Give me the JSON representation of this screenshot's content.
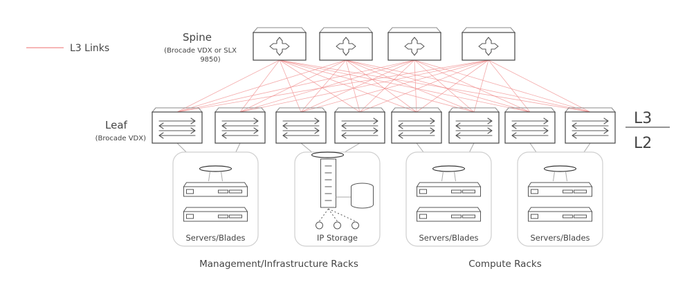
{
  "legend": {
    "label": "L3 Links",
    "color": "#f08a8a"
  },
  "spine": {
    "title": "Spine",
    "subtitle_line1": "(Brocade VDX or SLX",
    "subtitle_line2": "9850)",
    "count": 4
  },
  "leaf": {
    "title": "Leaf",
    "subtitle": "(Brocade VDX)",
    "count": 8
  },
  "layers": {
    "upper": "L3",
    "lower": "L2",
    "upper_color": "#c0272d",
    "lower_color": "#2e6aa8"
  },
  "racks": [
    {
      "label": "Servers/Blades",
      "kind": "servers"
    },
    {
      "label": "IP Storage",
      "kind": "storage"
    },
    {
      "label": "Servers/Blades",
      "kind": "servers"
    },
    {
      "label": "Servers/Blades",
      "kind": "servers"
    }
  ],
  "groups": {
    "management": "Management/Infrastructure Racks",
    "compute": "Compute Racks"
  }
}
